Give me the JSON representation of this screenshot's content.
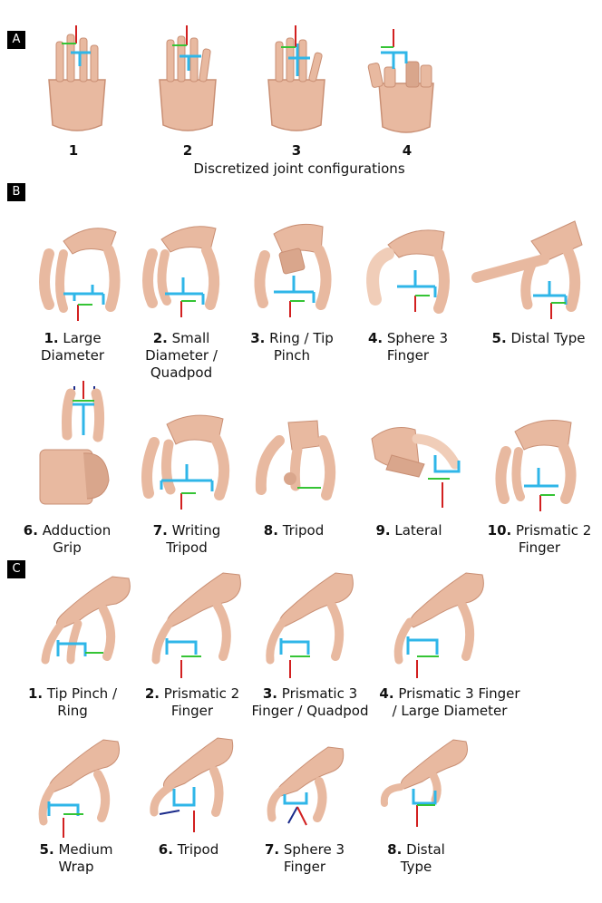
{
  "panels": {
    "a": {
      "tag": "A",
      "numbers": [
        "1",
        "2",
        "3",
        "4"
      ],
      "subtitle": "Discretized joint configurations"
    },
    "b": {
      "tag": "B",
      "items": [
        {
          "num": "1.",
          "line1": "Large",
          "line2": "Diameter",
          "line3": ""
        },
        {
          "num": "2.",
          "line1": "Small",
          "line2": "Diameter /",
          "line3": "Quadpod"
        },
        {
          "num": "3.",
          "line1": "Ring / Tip",
          "line2": "Pinch",
          "line3": ""
        },
        {
          "num": "4.",
          "line1": "Sphere 3",
          "line2": "Finger",
          "line3": ""
        },
        {
          "num": "5.",
          "line1": "Distal Type",
          "line2": "",
          "line3": ""
        },
        {
          "num": "6.",
          "line1": "Adduction",
          "line2": "Grip",
          "line3": ""
        },
        {
          "num": "7.",
          "line1": "Writing",
          "line2": "Tripod",
          "line3": ""
        },
        {
          "num": "8.",
          "line1": "Tripod",
          "line2": "",
          "line3": ""
        },
        {
          "num": "9.",
          "line1": "Lateral",
          "line2": "",
          "line3": ""
        },
        {
          "num": "10.",
          "line1": "Prismatic 2",
          "line2": "Finger",
          "line3": ""
        }
      ]
    },
    "c": {
      "tag": "C",
      "items": [
        {
          "num": "1.",
          "line1": "Tip Pinch /",
          "line2": "Ring"
        },
        {
          "num": "2.",
          "line1": "Prismatic 2",
          "line2": "Finger"
        },
        {
          "num": "3.",
          "line1": "Prismatic 3",
          "line2": "Finger / Quadpod"
        },
        {
          "num": "4.",
          "line1": "Prismatic 3 Finger",
          "line2": "/ Large Diameter"
        },
        {
          "num": "5.",
          "line1": "Medium",
          "line2": "Wrap"
        },
        {
          "num": "6.",
          "line1": "Tripod",
          "line2": ""
        },
        {
          "num": "7.",
          "line1": "Sphere 3",
          "line2": "Finger"
        },
        {
          "num": "8.",
          "line1": "Distal",
          "line2": "Type"
        }
      ]
    }
  },
  "colors": {
    "skin": "#e8b9a0",
    "skin_dark": "#c98f74",
    "frame_blue": "#2fb6e8",
    "axis_red": "#d22020",
    "axis_green": "#35c435",
    "axis_navy": "#1a2a8a"
  }
}
